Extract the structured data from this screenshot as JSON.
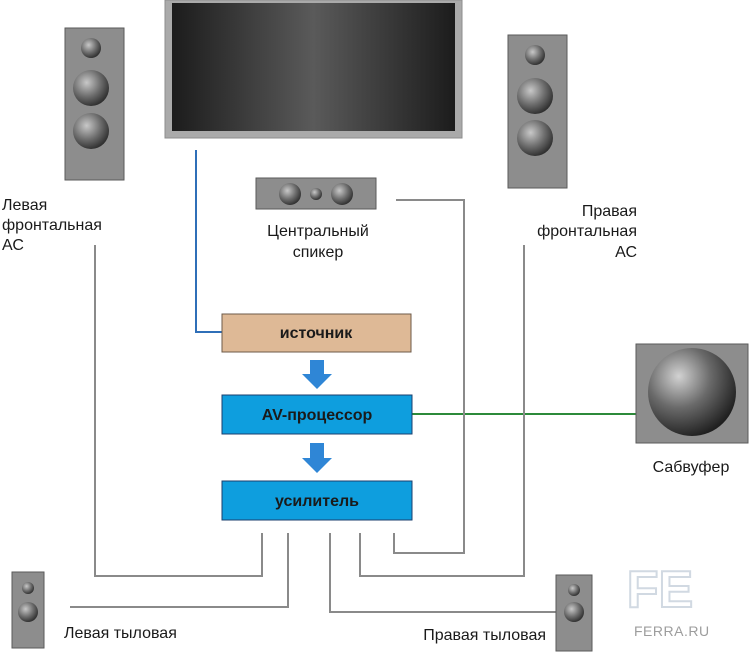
{
  "labels": {
    "left_front": [
      "Левая",
      "фронтальная",
      "АС"
    ],
    "right_front": [
      "Правая",
      "фронтальная",
      "АС"
    ],
    "center": [
      "Центральный",
      "спикер"
    ],
    "subwoofer": "Сабвуфер",
    "left_rear": "Левая тыловая",
    "right_rear": "Правая тыловая"
  },
  "blocks": {
    "source": "источник",
    "processor": "AV-процессор",
    "amplifier": "усилитель"
  },
  "colors": {
    "source_fill": "#deb996",
    "block_fill": "#0e9ede",
    "arrow": "#2f86d6",
    "video_line": "#2f6fb8",
    "sub_line": "#2c8a3a",
    "speaker_line": "#8a8a8a"
  },
  "logo": {
    "mark": "FE",
    "text": "FERRA.RU"
  }
}
